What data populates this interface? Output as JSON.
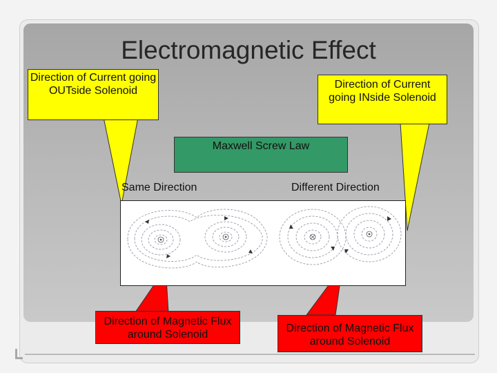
{
  "slide": {
    "title": "Electromagnetic Effect"
  },
  "callouts": {
    "current_outside": "Direction of Current going OUTside Solenoid",
    "current_inside": "Direction of Current going INside Solenoid",
    "flux_left": "Direction of Magnetic Flux around Solenoid",
    "flux_right": "Direction of Magnetic Flux around Solenoid"
  },
  "maxwell": {
    "label": "Maxwell Screw Law"
  },
  "directions": {
    "same": "Same Direction",
    "different": "Different Direction"
  },
  "colors": {
    "yellow": "#ffff00",
    "red": "#ff0000",
    "green": "#339966"
  }
}
